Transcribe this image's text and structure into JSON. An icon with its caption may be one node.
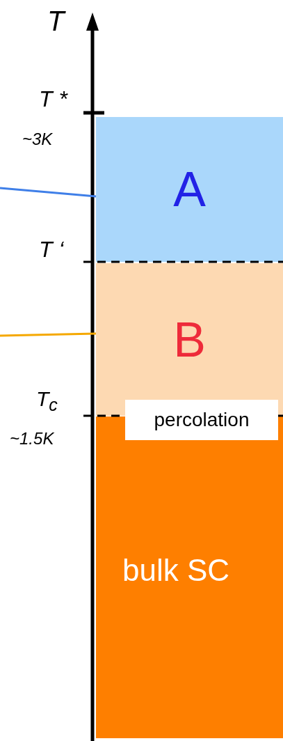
{
  "diagram": {
    "nodes": [
      {
        "text": [
          "A"
        ]
      },
      {
        "text": [
          "B"
        ]
      },
      {
        "text": [
          "percolation"
        ]
      },
      {
        "text": [
          "bulk SC"
        ]
      }
    ],
    "edges": [
      {
        "from": null,
        "to": 0,
        "arrow": "none",
        "color": "#3f7fe8"
      },
      {
        "from": null,
        "to": 1,
        "arrow": "none",
        "color": "#f5a800"
      }
    ],
    "labels": [
      "T",
      "T *",
      "~3K",
      "T ‘",
      "T$_{c}$",
      "~1.5K"
    ]
  }
}
